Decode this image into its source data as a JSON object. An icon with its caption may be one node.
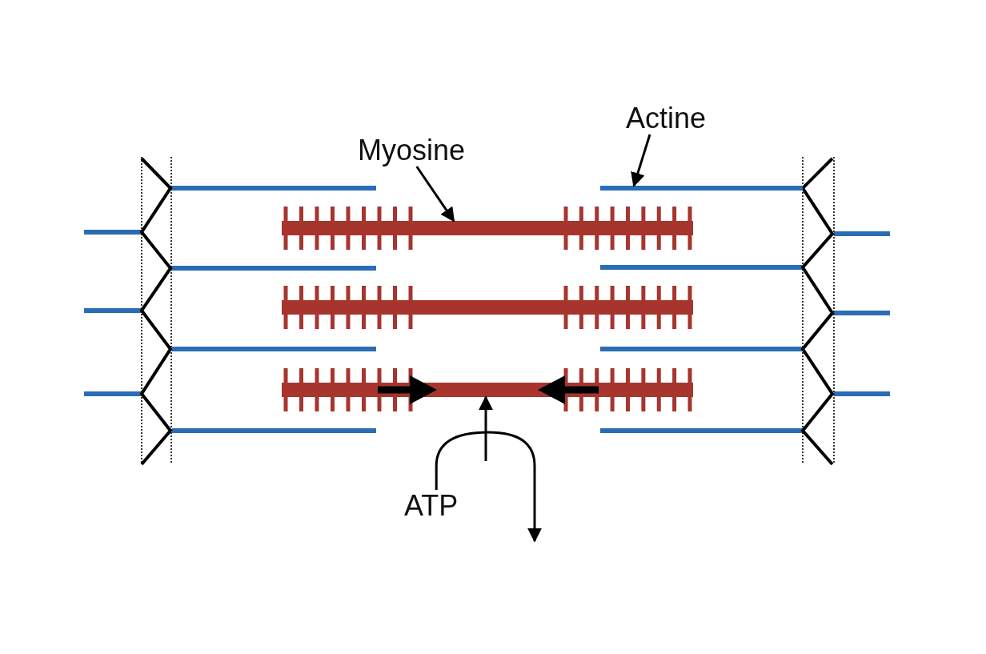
{
  "diagram": {
    "nodes": [
      {
        "text": [
          "Myosine"
        ]
      },
      {
        "text": [
          "Actine"
        ]
      },
      {
        "text": [
          "ATP"
        ]
      },
      {
        "text": [],
        "shape": "bar"
      },
      {
        "text": [],
        "shape": "bar"
      },
      {
        "text": [],
        "shape": "bar"
      }
    ],
    "edges": [
      {
        "from": 0,
        "to": 3,
        "arrow": "to"
      },
      {
        "from": 1,
        "to": 4,
        "arrow": "to"
      },
      {
        "from": 2,
        "to": null,
        "arrow": "to"
      },
      {
        "from": null,
        "to": 5,
        "arrow": "to"
      }
    ]
  }
}
